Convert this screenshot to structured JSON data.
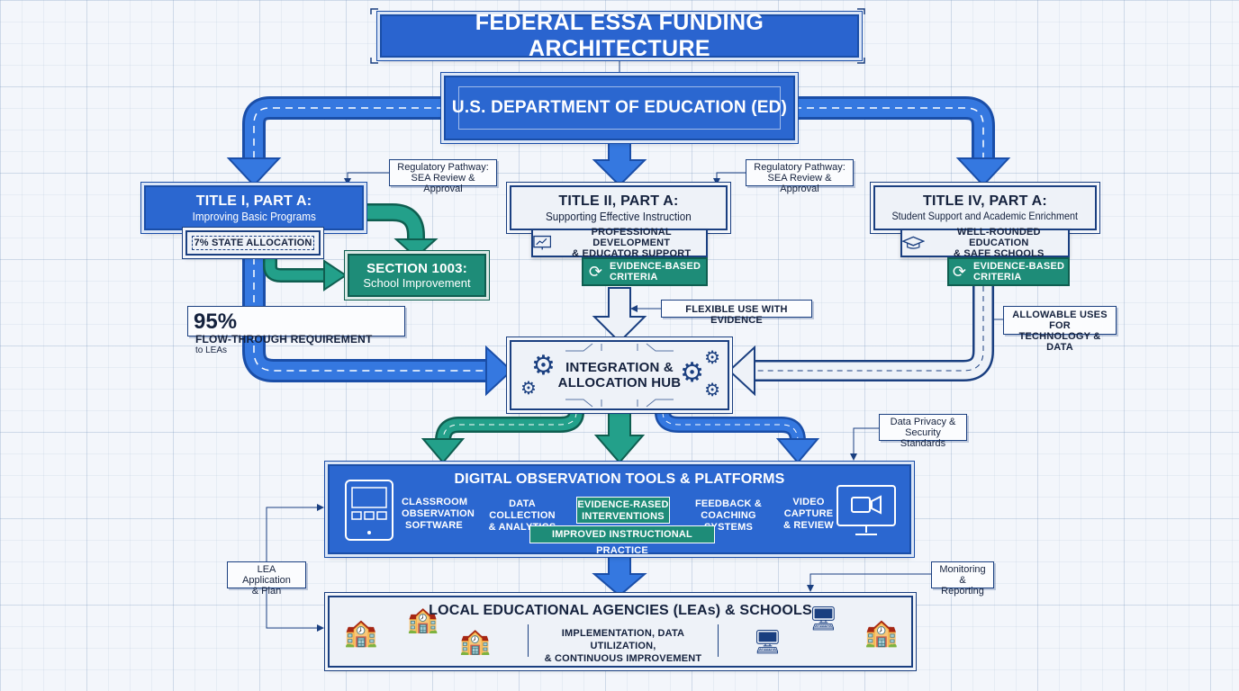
{
  "title": "FEDERAL ESSA FUNDING ARCHITECTURE",
  "department": "U.S. DEPARTMENT OF EDUCATION (ED)",
  "title1": {
    "heading": "TITLE I, PART A:",
    "subheading": "Improving Basic Programs",
    "state_allocation": "7% STATE ALLOCATION",
    "section_heading": "SECTION 1003:",
    "section_sub": "School Improvement",
    "flow_pct": "95%",
    "flow_label": "FLOW-THROUGH REQUIREMENT",
    "flow_sub": "to LEAs"
  },
  "title2": {
    "heading": "TITLE II, PART A:",
    "subheading": "Supporting Effective Instruction",
    "program_line1": "PROFESSIONAL DEVELOPMENT",
    "program_line2": "& EDUCATOR SUPPORT",
    "criteria_line1": "EVIDENCE-BASED",
    "criteria_line2": "CRITERIA",
    "flex_note": "FLEXIBLE USE WITH EVIDENCE"
  },
  "title4": {
    "heading": "TITLE IV, PART A:",
    "subheading": "Student Support and Academic Enrichment",
    "program_line1": "WELL-ROUNDED EDUCATION",
    "program_line2": "& SAFE SCHOOLS",
    "criteria_line1": "EVIDENCE-BASED",
    "criteria_line2": "CRITERIA",
    "uses_line1": "ALLOWABLE USES FOR",
    "uses_line2": "TECHNOLOGY & DATA"
  },
  "regulatory_note": {
    "line1": "Regulatory Pathway:",
    "line2": "SEA Review & Approval"
  },
  "hub": {
    "line1": "INTEGRATION &",
    "line2": "ALLOCATION HUB"
  },
  "privacy_note": {
    "line1": "Data Privacy &",
    "line2": "Security Standards"
  },
  "digital": {
    "heading": "DIGITAL OBSERVATION TOOLS & PLATFORMS",
    "items": [
      {
        "line1": "CLASSROOM",
        "line2": "OBSERVATION",
        "line3": "SOFTWARE"
      },
      {
        "line1": "DATA COLLECTION",
        "line2": "& ANALYTICS"
      },
      {
        "line1": "EVIDENCE-RASED",
        "line2": "INTERVENTIONS"
      },
      {
        "line1": "FEEDBACK &",
        "line2": "COACHING SYSTEMS"
      },
      {
        "line1": "VIDEO",
        "line2": "CAPTURE",
        "line3": "& REVIEW"
      }
    ],
    "practice": "IMPROVED INSTRUCTIONAL PRACTICE"
  },
  "lea_note": {
    "line1": "LEA Application",
    "line2": "& Plan"
  },
  "monitoring_note": {
    "line1": "Monitoring",
    "line2": "& Reporting"
  },
  "leas": {
    "heading": "LOCAL EDUCATIONAL AGENCIES (LEAs) & SCHOOLS",
    "line1": "IMPLEMENTATION, DATA UTILIZATION,",
    "line2": "& CONTINUOUS IMPROVEMENT"
  },
  "colors": {
    "blue": "#2b67d0",
    "navy": "#1a3f80",
    "teal": "#1e8c78",
    "paper": "#f3f6fb"
  }
}
